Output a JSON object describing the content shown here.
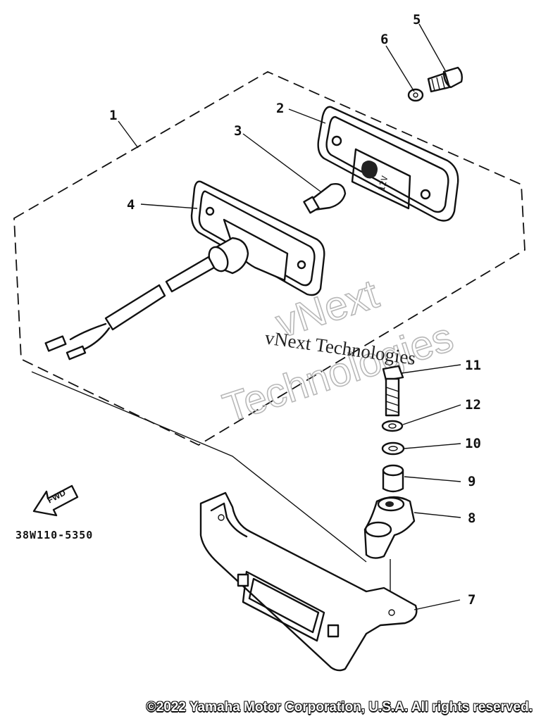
{
  "callouts": {
    "p1": "1",
    "p2": "2",
    "p3": "3",
    "p4": "4",
    "p5": "5",
    "p6": "6",
    "p7": "7",
    "p8": "8",
    "p9": "9",
    "p10": "10",
    "p11": "11",
    "p12": "12"
  },
  "bulb_label": "12V",
  "fwd_label": "FWD",
  "diagram_code": "38W110-5350",
  "watermark": {
    "line1": "vNext",
    "line2": "Technologies",
    "overlay": "vNext Technologies"
  },
  "copyright": "©2022 Yamaha Motor Corporation, U.S.A. All rights reserved."
}
